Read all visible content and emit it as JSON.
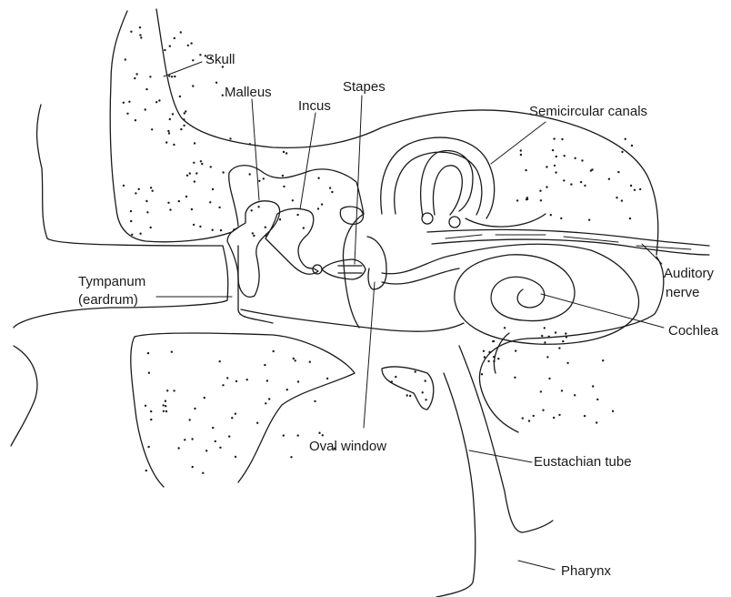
{
  "diagram": {
    "labels": {
      "skull": "Skull",
      "malleus": "Malleus",
      "incus": "Incus",
      "stapes": "Stapes",
      "semicircular": "Semicircular canals",
      "tympanum_1": "Tympanum",
      "tympanum_2": "(eardrum)",
      "auditory_1": "Auditory",
      "auditory_2": "nerve",
      "cochlea": "Cochlea",
      "oval_window": "Oval window",
      "eustachian": "Eustachian tube",
      "pharynx": "Pharynx"
    }
  }
}
